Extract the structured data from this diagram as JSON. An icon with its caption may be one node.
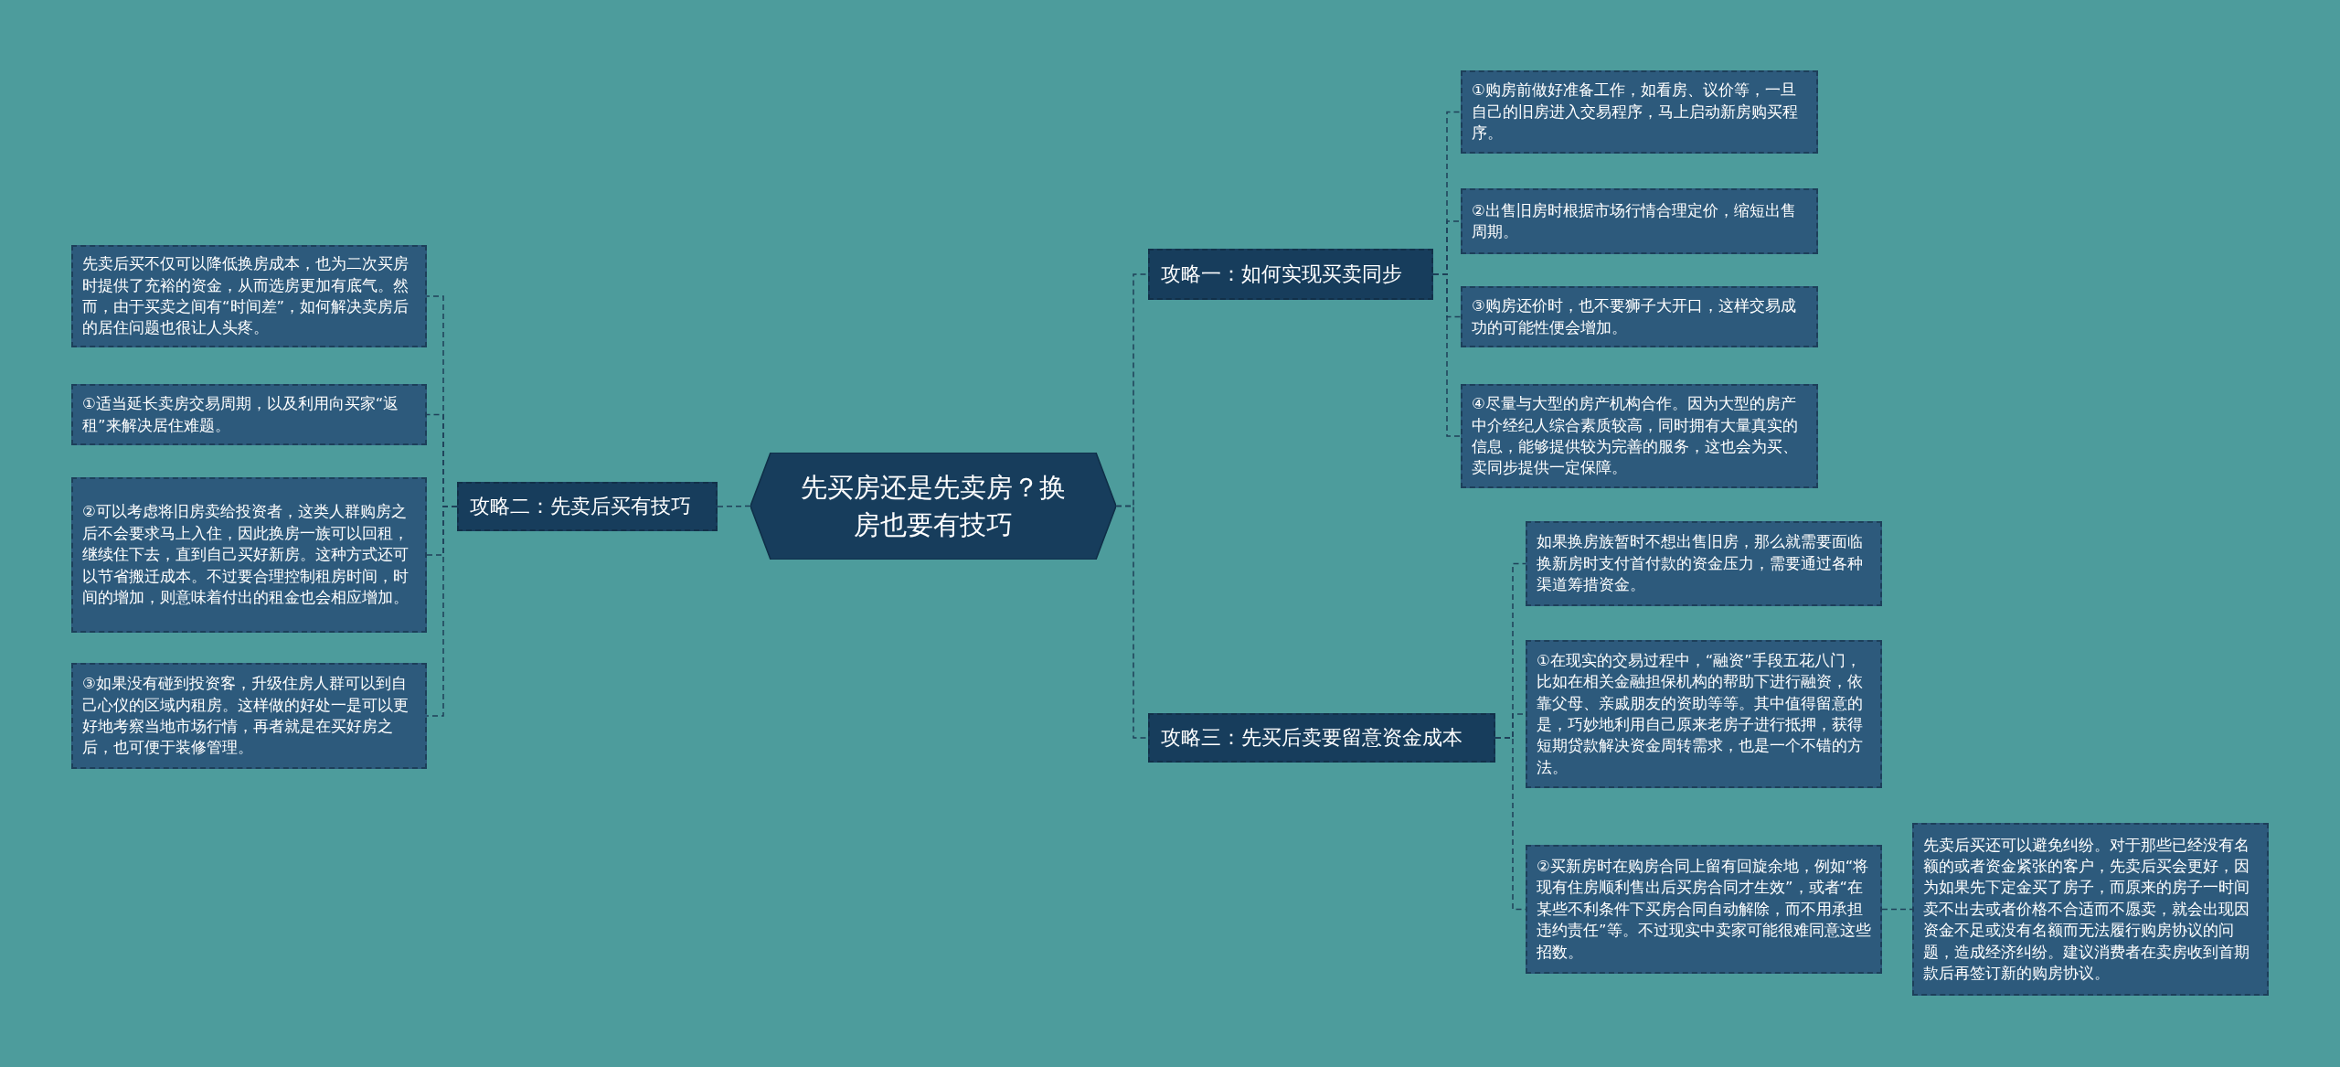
{
  "diagram": {
    "nodes": [
      {
        "text": [
          "先买房还是先卖房？换房也要有技巧"
        ]
      },
      {
        "text": [
          "攻略一：如何实现买卖同步"
        ]
      },
      {
        "text": [
          "①购房前做好准备工作，如看房、议价等，一旦自己的旧房进入交易程序，马上启动新房购买程序。"
        ]
      },
      {
        "text": [
          "②出售旧房时根据市场行情合理定价，缩短出售周期。"
        ]
      },
      {
        "text": [
          "③购房还价时，也不要狮子大开口，这样交易成功的可能性便会增加。"
        ]
      },
      {
        "text": [
          "④尽量与大型的房产机构合作。因为大型的房产中介经纪人综合素质较高，同时拥有大量真实的信息，能够提供较为完善的服务，这也会为买、卖同步提供一定保障。"
        ]
      },
      {
        "text": [
          "攻略二：先卖后买有技巧"
        ]
      },
      {
        "text": [
          "先卖后买不仅可以降低换房成本，也为二次买房时提供了充裕的资金，从而选房更加有底气。然而，由于买卖之间有“时间差”，如何解决卖房后的居住问题也很让人头疼。"
        ]
      },
      {
        "text": [
          "①适当延长卖房交易周期，以及利用向买家“返租”来解决居住难题。"
        ]
      },
      {
        "text": [
          "②可以考虑将旧房卖给投资者，这类人群购房之后不会要求马上入住，因此换房一族可以回租，继续住下去，直到自己买好新房。这种方式还可以节省搬迁成本。不过要合理控制租房时间，时间的增加，则意味着付出的租金也会相应增加。"
        ]
      },
      {
        "text": [
          "③如果没有碰到投资客，升级住房人群可以到自己心仪的区域内租房。这样做的好处一是可以更好地考察当地市场行情，再者就是在买好房之后，也可便于装修管理。"
        ]
      },
      {
        "text": [
          "攻略三：先买后卖要留意资金成本"
        ]
      },
      {
        "text": [
          "如果换房族暂时不想出售旧房，那么就需要面临换新房时支付首付款的资金压力，需要通过各种渠道筹措资金。"
        ]
      },
      {
        "text": [
          "①在现实的交易过程中，“融资”手段五花八门，比如在相关金融担保机构的帮助下进行融资，依靠父母、亲戚朋友的资助等等。其中值得留意的是，巧妙地利用自己原来老房子进行抵押，获得短期贷款解决资金周转需求，也是一个不错的方法。"
        ]
      },
      {
        "text": [
          "②买新房时在购房合同上留有回旋余地，例如“将现有住房顺利售出后买房合同才生效”，或者“在某些不利条件下买房合同自动解除，而不用承担违约责任”等。不过现实中卖家可能很难同意这些招数。"
        ]
      },
      {
        "text": [
          "先卖后买还可以避免纠纷。对于那些已经没有名额的或者资金紧张的客户，先卖后买会更好，因为如果先下定金买了房子，而原来的房子一时间卖不出去或者价格不合适而不愿卖，就会出现因资金不足或没有名额而无法履行购房协议的问题，造成经济纠纷。建议消费者在卖房收到首期款后再签订新的购房协议。"
        ]
      }
    ],
    "edges": [
      {
        "from": 0,
        "to": 1,
        "arrow": "none",
        "style": "dashed"
      },
      {
        "from": 1,
        "to": 2,
        "arrow": "none",
        "style": "dashed"
      },
      {
        "from": 1,
        "to": 3,
        "arrow": "none",
        "style": "dashed"
      },
      {
        "from": 1,
        "to": 4,
        "arrow": "none",
        "style": "dashed"
      },
      {
        "from": 1,
        "to": 5,
        "arrow": "none",
        "style": "dashed"
      },
      {
        "from": 0,
        "to": 6,
        "arrow": "none",
        "style": "dashed"
      },
      {
        "from": 6,
        "to": 7,
        "arrow": "none",
        "style": "dashed"
      },
      {
        "from": 6,
        "to": 8,
        "arrow": "none",
        "style": "dashed"
      },
      {
        "from": 6,
        "to": 9,
        "arrow": "none",
        "style": "dashed"
      },
      {
        "from": 6,
        "to": 10,
        "arrow": "none",
        "style": "dashed"
      },
      {
        "from": 0,
        "to": 11,
        "arrow": "none",
        "style": "dashed"
      },
      {
        "from": 11,
        "to": 12,
        "arrow": "none",
        "style": "dashed"
      },
      {
        "from": 11,
        "to": 13,
        "arrow": "none",
        "style": "dashed"
      },
      {
        "from": 11,
        "to": 14,
        "arrow": "none",
        "style": "dashed"
      },
      {
        "from": 14,
        "to": 15,
        "arrow": "none",
        "style": "dashed"
      }
    ]
  }
}
